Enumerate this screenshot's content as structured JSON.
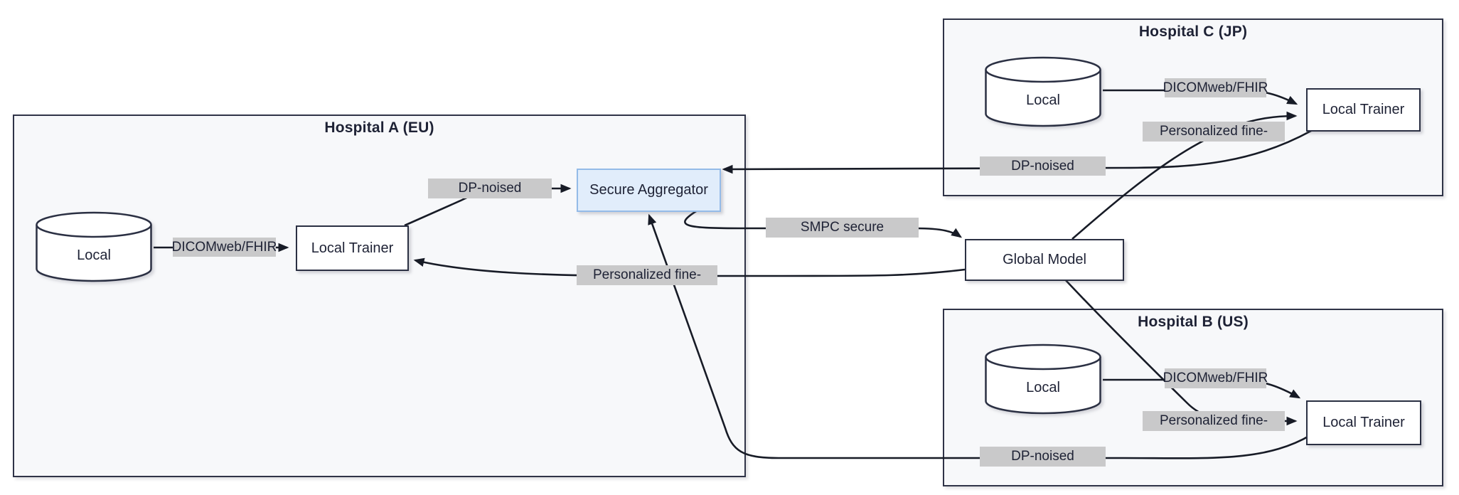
{
  "diagram": {
    "type": "federated-learning-architecture",
    "groups": {
      "hospital_a": {
        "title": "Hospital A (EU)"
      },
      "hospital_c": {
        "title": "Hospital C (JP)"
      },
      "hospital_b": {
        "title": "Hospital B (US)"
      }
    },
    "nodes": {
      "local_a": {
        "label": "Local",
        "shape": "database"
      },
      "trainer_a": {
        "label": "Local Trainer",
        "shape": "rect"
      },
      "aggregator": {
        "label": "Secure Aggregator",
        "shape": "rect",
        "highlight": true
      },
      "global_model": {
        "label": "Global Model",
        "shape": "rect"
      },
      "local_c": {
        "label": "Local",
        "shape": "database"
      },
      "trainer_c": {
        "label": "Local Trainer",
        "shape": "rect"
      },
      "local_b": {
        "label": "Local",
        "shape": "database"
      },
      "trainer_b": {
        "label": "Local Trainer",
        "shape": "rect"
      }
    },
    "edge_labels": {
      "dicom_a": {
        "text": "DICOMweb/FHIR"
      },
      "dp_a": {
        "text": "DP-noised"
      },
      "pf_a": {
        "text": "Personalized fine-"
      },
      "smpc": {
        "text": "SMPC secure"
      },
      "dicom_c": {
        "text": "DICOMweb/FHIR"
      },
      "pf_c": {
        "text": "Personalized fine-"
      },
      "dp_c": {
        "text": "DP-noised"
      },
      "dicom_b": {
        "text": "DICOMweb/FHIR"
      },
      "pf_b": {
        "text": "Personalized fine-"
      },
      "dp_b": {
        "text": "DP-noised"
      }
    },
    "colors": {
      "canvas_bg": "#ffffff",
      "group_fill": "#f7f8fa",
      "group_border": "#2f3347",
      "node_fill": "#ffffff",
      "node_border": "#2b3043",
      "aggregator_fill": "#e1edfb",
      "aggregator_border": "#94bbe8",
      "edge_label_bg": "#c9c9ca",
      "edge_line": "#171b26",
      "text": "#1e2235"
    }
  }
}
